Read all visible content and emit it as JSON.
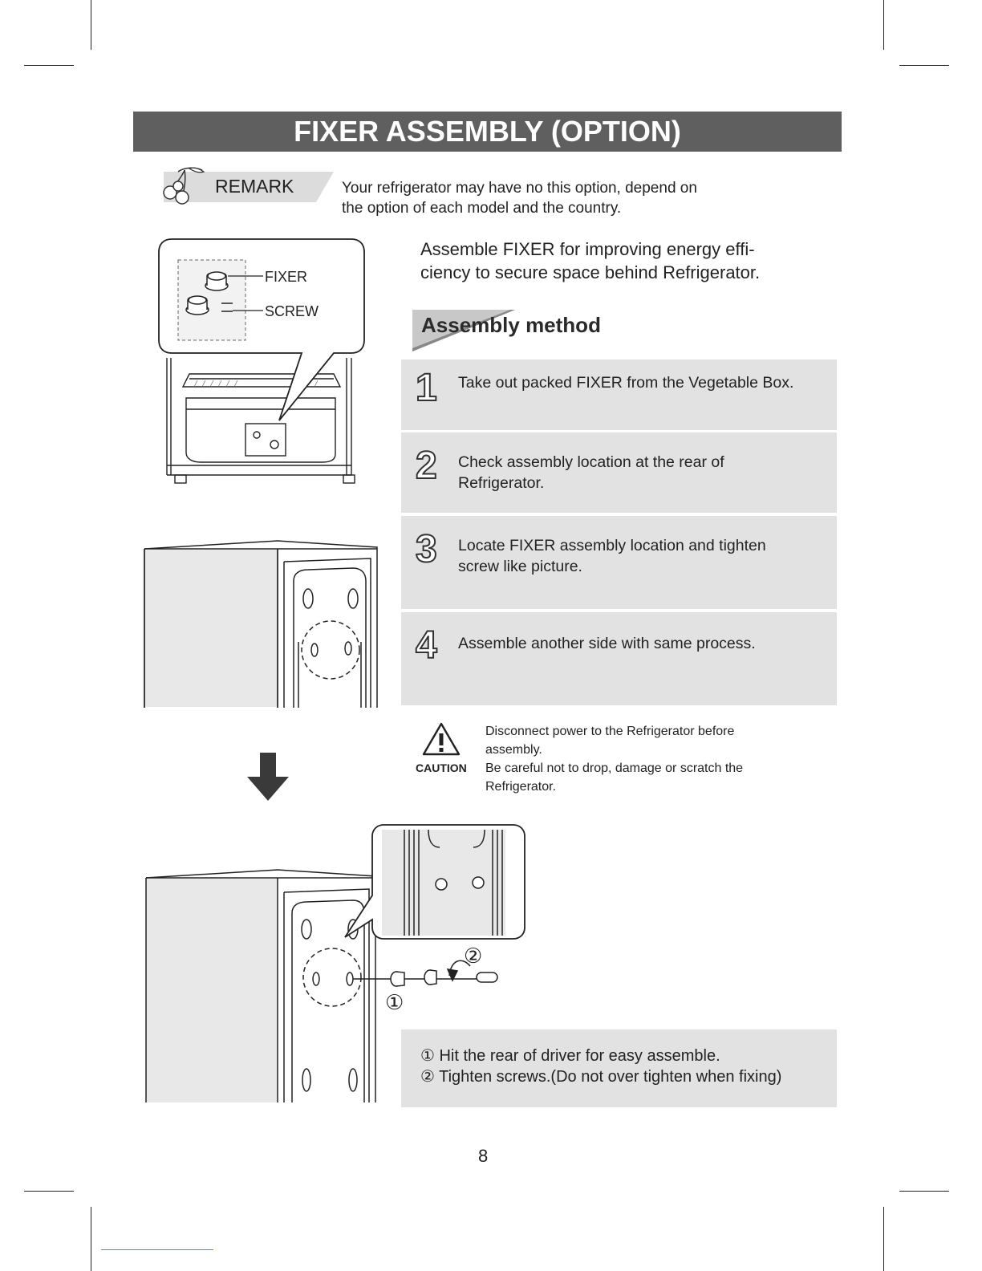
{
  "page": {
    "title": "FIXER ASSEMBLY (OPTION)",
    "page_number": "8"
  },
  "remark": {
    "label": "REMARK",
    "text_line1": "Your refrigerator may have no this option, depend on",
    "text_line2": "the option of each model and the country."
  },
  "intro": {
    "line1": "Assemble FIXER for improving energy effi-",
    "line2": "ciency to secure space behind Refrigerator."
  },
  "figure_top": {
    "label_fixer": "FIXER",
    "label_screw": "SCREW"
  },
  "method": {
    "title": "Assembly method",
    "steps": [
      {
        "num": "1",
        "line1": "Take out packed FIXER from the Vegetable Box.",
        "line2": ""
      },
      {
        "num": "2",
        "line1": "Check assembly location at the rear of",
        "line2": "Refrigerator."
      },
      {
        "num": "3",
        "line1": "Locate FIXER assembly location and tighten",
        "line2": "screw like picture."
      },
      {
        "num": "4",
        "line1": "Assemble another side with same process.",
        "line2": ""
      }
    ]
  },
  "caution": {
    "label": "CAUTION",
    "line1": "Disconnect power to the Refrigerator before",
    "line2": "assembly.",
    "line3": "Be careful not to drop, damage or scratch the",
    "line4": "Refrigerator."
  },
  "figure_bottom": {
    "marker1": "①",
    "marker2": "②"
  },
  "notes": {
    "line1": "① Hit the rear of driver for easy assemble.",
    "line2": "② Tighten screws.(Do not over tighten when fixing)"
  },
  "colors": {
    "title_bar": "#5f5f5f",
    "step_box": "#e2e2e2"
  }
}
